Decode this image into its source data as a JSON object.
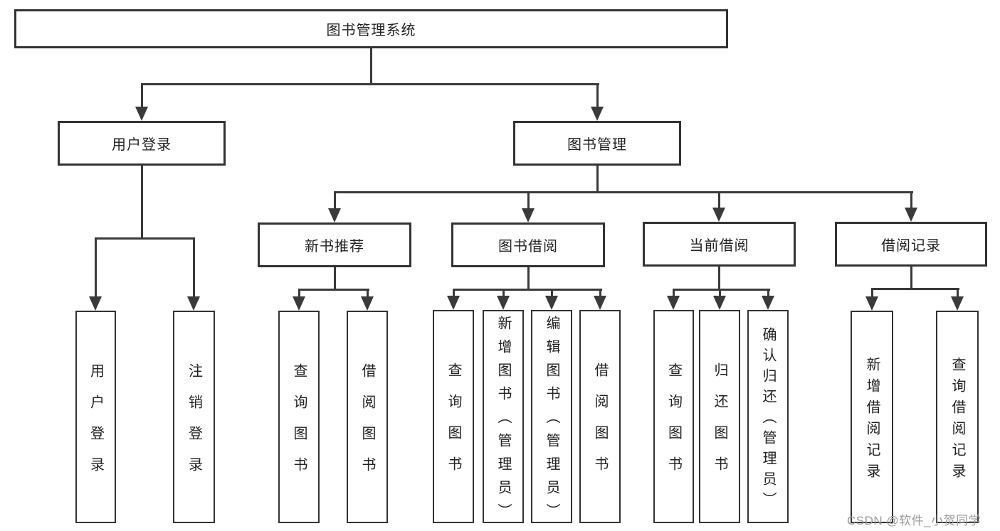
{
  "tree": {
    "root": "图书管理系统",
    "children": [
      {
        "label": "用户登录",
        "children": [
          "用户登录",
          "注销登录"
        ]
      },
      {
        "label": "图书管理",
        "children": [
          {
            "label": "新书推荐",
            "children": [
              "查询图书",
              "借阅图书"
            ]
          },
          {
            "label": "图书借阅",
            "children": [
              "查询图书",
              "新增图书（管理员）",
              "编辑图书（管理员）",
              "借阅图书"
            ]
          },
          {
            "label": "当前借阅",
            "children": [
              "查询图书",
              "归还图书",
              "确认归还（管理员）"
            ]
          },
          {
            "label": "借阅记录",
            "children": [
              "新增借阅记录",
              "查询借阅记录"
            ]
          }
        ]
      }
    ]
  },
  "watermark": {
    "text": "CSDN @软件_小贺同学"
  },
  "colors": {
    "line": "#3a3a3a",
    "box_border": "#333333",
    "text": "#222222",
    "watermark": "#9a9a9a",
    "background": "#ffffff"
  }
}
